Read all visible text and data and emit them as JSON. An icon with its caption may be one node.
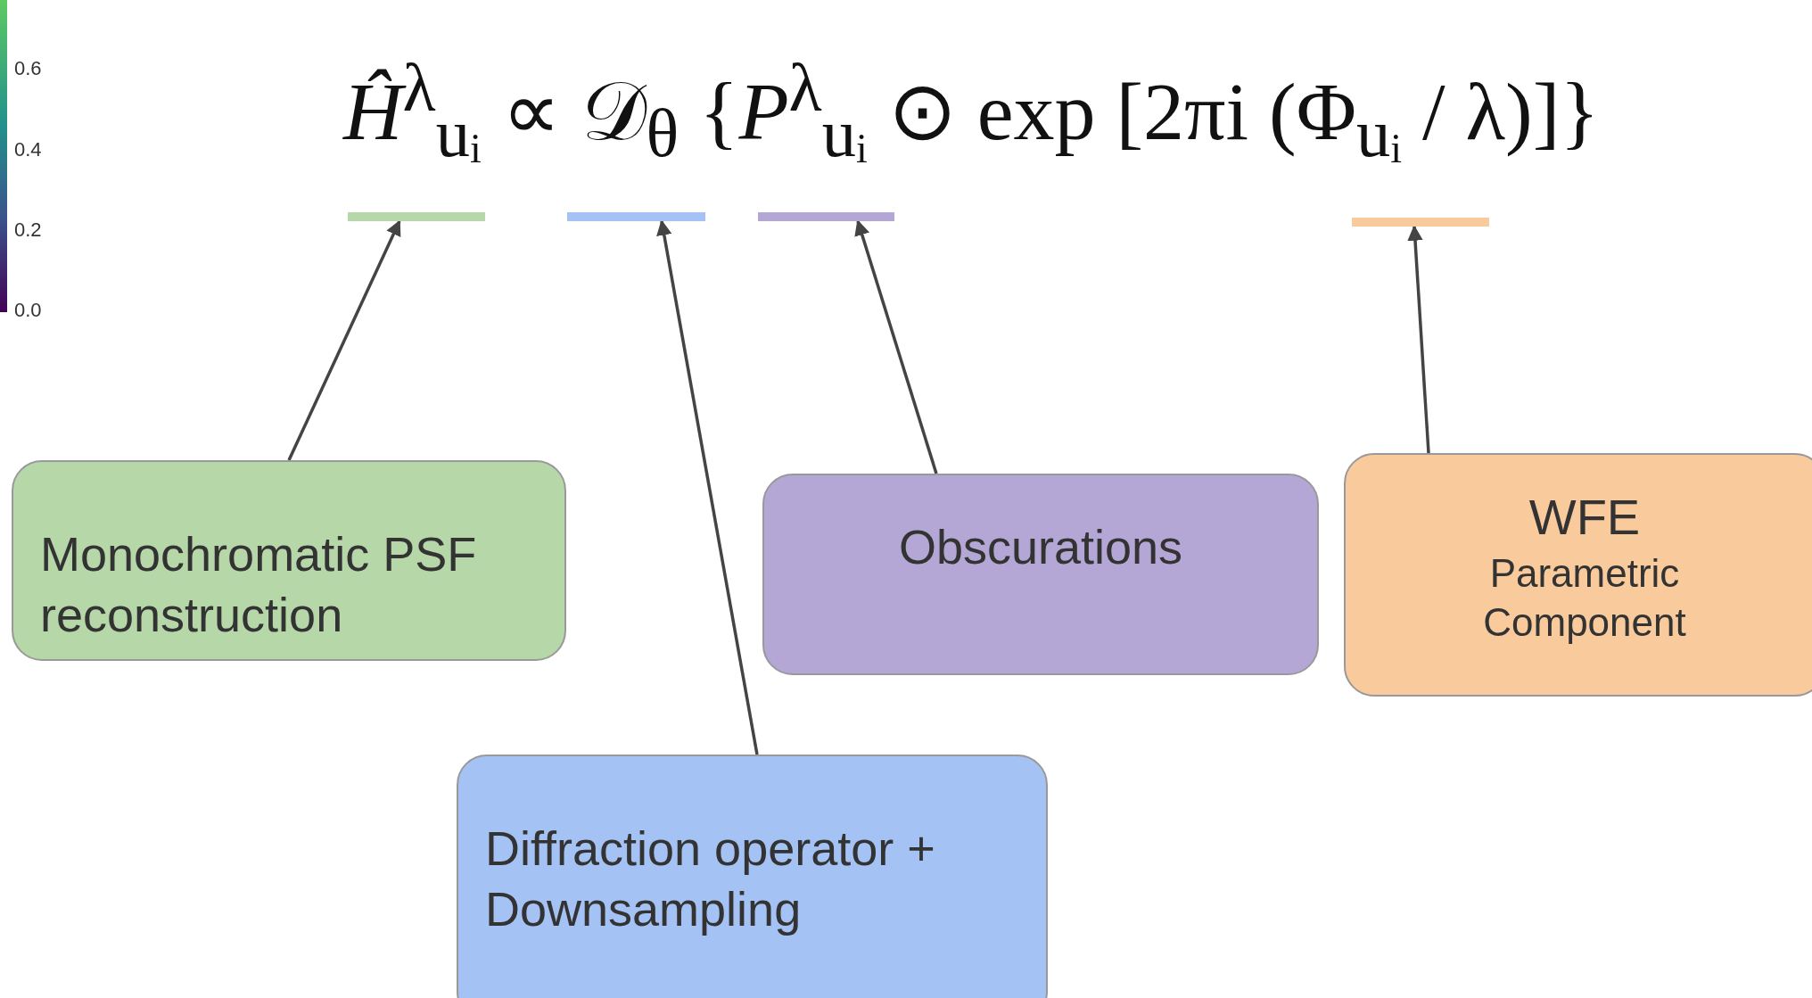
{
  "diagram": {
    "nodes": [
      {
        "text": [],
        "shape": "bar"
      },
      {
        "text": [],
        "shape": "bar"
      },
      {
        "text": [],
        "shape": "bar"
      },
      {
        "text": [],
        "shape": "bar"
      },
      {
        "text": [
          "Monochromatic PSF reconstruction"
        ]
      },
      {
        "text": [
          "Obscurations"
        ]
      },
      {
        "text": [
          "WFE",
          "Parametric Component"
        ]
      },
      {
        "text": [
          "Diffraction operator + Downsampling"
        ]
      }
    ],
    "edges": [
      {
        "from": 4,
        "to": 0,
        "arrow": "to"
      },
      {
        "from": 7,
        "to": 1,
        "arrow": "to"
      },
      {
        "from": 5,
        "to": 2,
        "arrow": "to"
      },
      {
        "from": 6,
        "to": 3,
        "arrow": "to"
      }
    ],
    "labels": [
      "*Ĥ*$^{λ}$$_{uᵢ}$ ∝ 𝒟$_{θ}$ {*P*$^{λ}$$_{uᵢ}$ ⊙ exp [2πi (Φ$_{uᵢ}$ / λ)]}",
      "0.6",
      "0.4",
      "0.2",
      "0.0"
    ]
  }
}
